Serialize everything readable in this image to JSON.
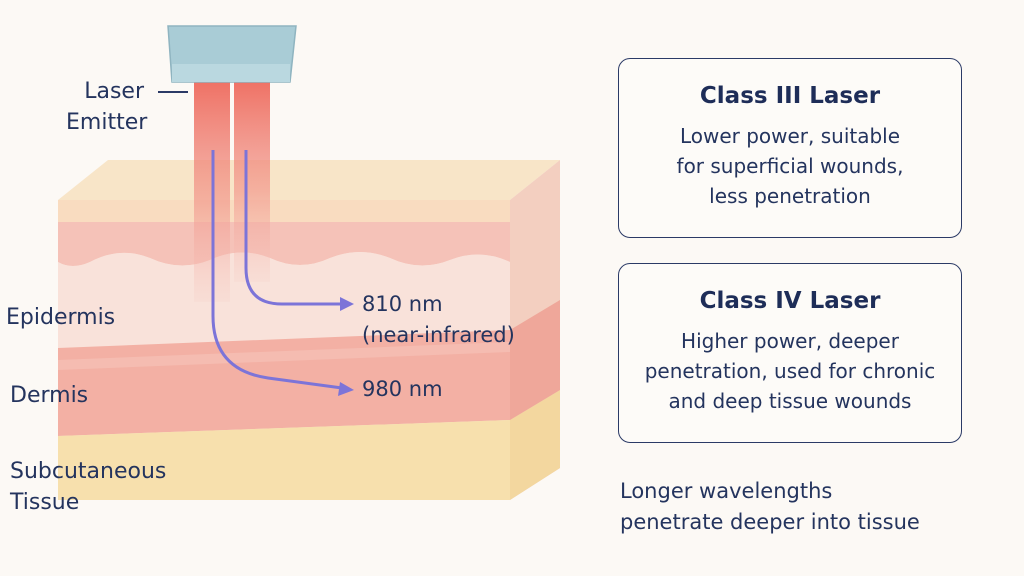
{
  "emitter_label": [
    "Laser",
    "Emitter"
  ],
  "layers": {
    "epidermis": "Epidermis",
    "dermis": "Dermis",
    "subcutaneous": [
      "Subcutaneous",
      "Tissue"
    ]
  },
  "beams": {
    "near": [
      "810 nm",
      "(near-infrared)"
    ],
    "deep": "980 nm"
  },
  "cards": [
    {
      "title": "Class III Laser",
      "lines": [
        "Lower power, suitable",
        "for superficial wounds,",
        "less penetration"
      ]
    },
    {
      "title": "Class IV Laser",
      "lines": [
        "Higher power, deeper",
        "penetration, used for chronic",
        "and deep tissue wounds"
      ]
    }
  ],
  "note": [
    "Longer wavelengths",
    "penetrate deeper into tissue"
  ],
  "colors": {
    "background": "#fcf9f5",
    "text": "#1f2f57",
    "beam_red": "#ee6b5e",
    "arrow_purple": "#7c74d8",
    "epidermis": "#f9d9cf",
    "dermis": "#f4b5aa",
    "subcutaneous": "#f7e0ad",
    "emitter": "#a9ccd6"
  }
}
